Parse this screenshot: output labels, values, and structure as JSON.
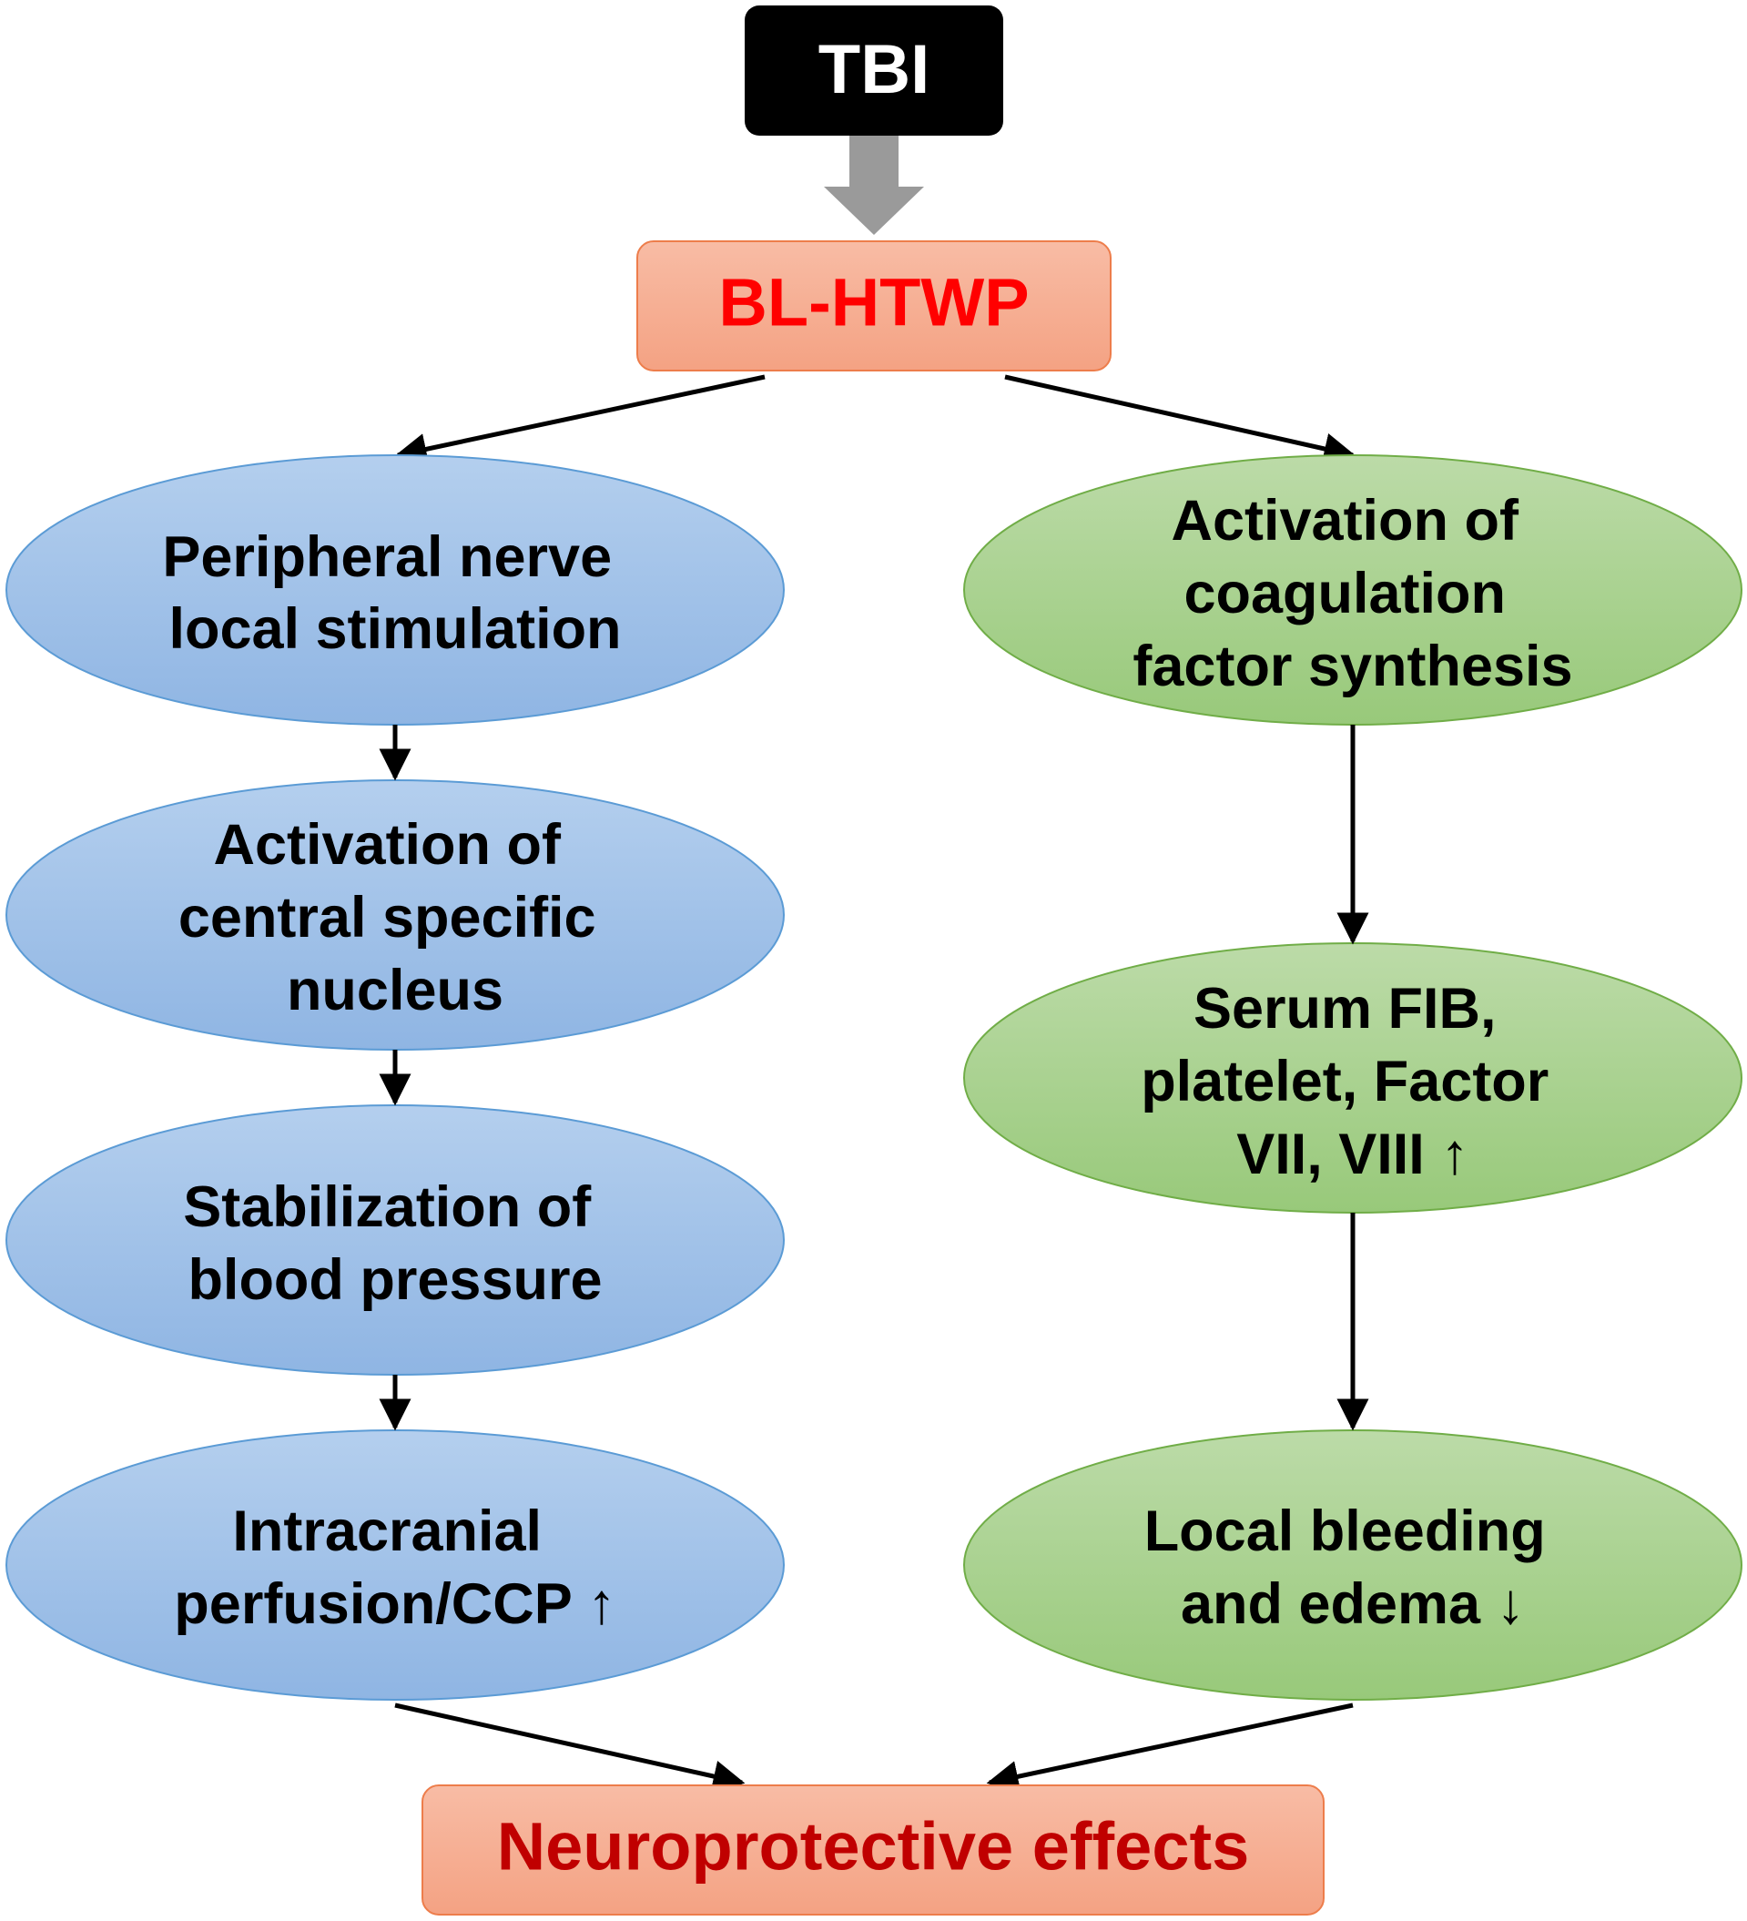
{
  "colors": {
    "tbi_box": "#000000",
    "tbi_text": "#ffffff",
    "salmon_box": "#f6a98c",
    "salmon_border": "#ed7d4b",
    "bl_htwp_text": "#ff0000",
    "bottom_text": "#c00000",
    "blue_oval": "#9dbfe6",
    "blue_border": "#5b9bd5",
    "green_oval": "#a9d18e",
    "green_border": "#70ad47",
    "gray_arrow": "#9a9a9a",
    "connector": "#000000"
  },
  "tbi": {
    "label": "TBI"
  },
  "bl_htwp": {
    "label": "BL-HTWP"
  },
  "left_chain": [
    {
      "lines": [
        "Peripheral nerve",
        "local stimulation"
      ]
    },
    {
      "lines": [
        "Activation of",
        "central specific",
        "nucleus"
      ]
    },
    {
      "lines": [
        "Stabilization of",
        "blood pressure"
      ]
    },
    {
      "lines": [
        "Intracranial",
        "perfusion/CCP ↑"
      ]
    }
  ],
  "right_chain": [
    {
      "lines": [
        "Activation of",
        "coagulation",
        "factor synthesis"
      ]
    },
    {
      "lines": [
        "Serum FIB,",
        "platelet, Factor",
        "VII, VIII ↑"
      ]
    },
    {
      "lines": [
        "Local bleeding",
        "and edema ↓"
      ]
    }
  ],
  "outcome": {
    "label": "Neuroprotective effects"
  }
}
